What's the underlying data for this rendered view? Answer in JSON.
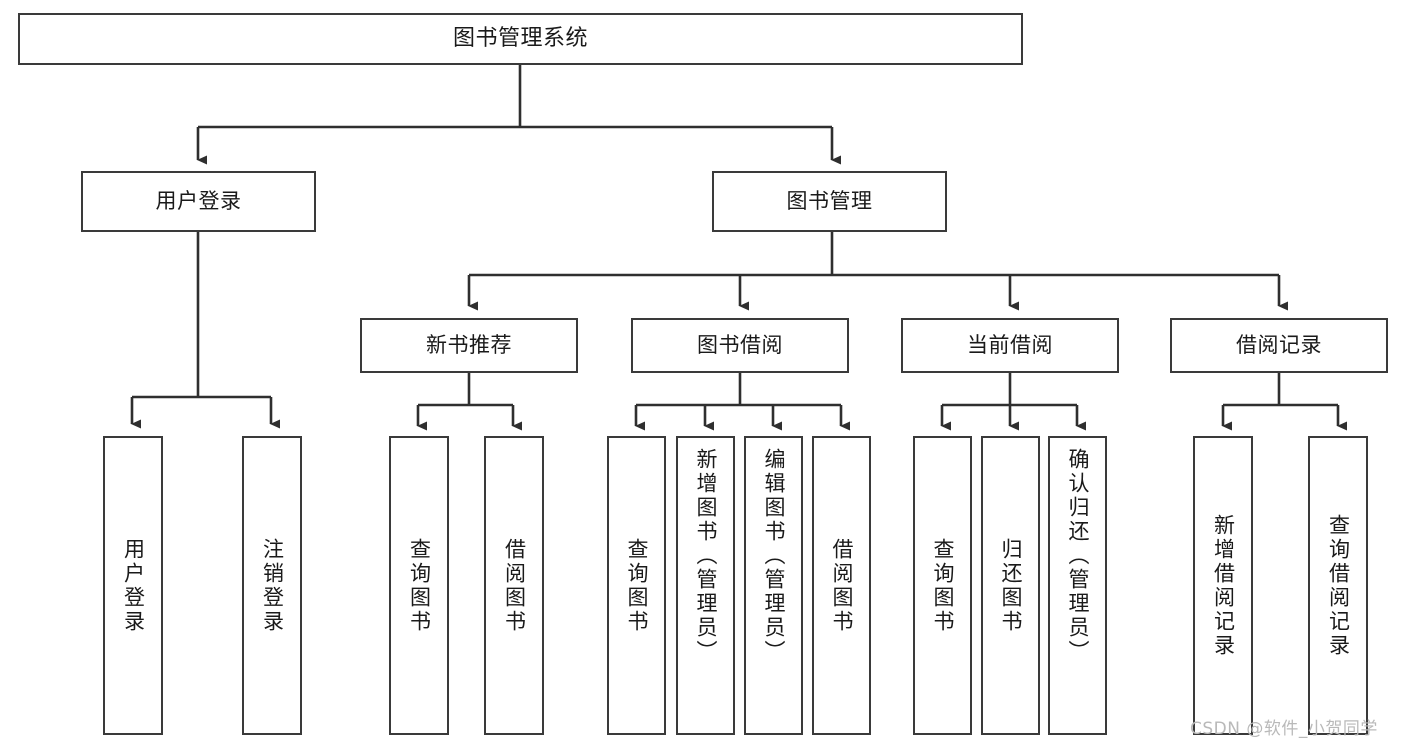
{
  "diagram": {
    "title": "图书管理系统",
    "type": "tree",
    "watermark": "CSDN @软件_小贺同学",
    "colors": {
      "box_border": "#3a3a3a",
      "box_fill": "#ffffff",
      "connector": "#2f2f2f",
      "text": "#1a1a1a",
      "watermark": "#b9b9b9",
      "background": "#ffffff"
    },
    "nodes": {
      "root": {
        "label": "图书管理系统"
      },
      "level1": [
        {
          "id": "user-login",
          "label": "用户登录"
        },
        {
          "id": "book-management",
          "label": "图书管理"
        }
      ],
      "level2": [
        {
          "id": "new-book-recommend",
          "label": "新书推荐"
        },
        {
          "id": "book-borrow",
          "label": "图书借阅"
        },
        {
          "id": "current-borrow",
          "label": "当前借阅"
        },
        {
          "id": "borrow-record",
          "label": "借阅记录"
        }
      ],
      "leaves": {
        "user-login": [
          {
            "id": "login",
            "label": "用户登录"
          },
          {
            "id": "logout",
            "label": "注销登录"
          }
        ],
        "new-book-recommend": [
          {
            "id": "query-book-1",
            "label": "查询图书"
          },
          {
            "id": "borrow-book-1",
            "label": "借阅图书"
          }
        ],
        "book-borrow": [
          {
            "id": "query-book-2",
            "label": "查询图书"
          },
          {
            "id": "add-book",
            "label": "新增图书（管理员）"
          },
          {
            "id": "edit-book",
            "label": "编辑图书（管理员）"
          },
          {
            "id": "borrow-book-2",
            "label": "借阅图书"
          }
        ],
        "current-borrow": [
          {
            "id": "query-book-3",
            "label": "查询图书"
          },
          {
            "id": "return-book",
            "label": "归还图书"
          },
          {
            "id": "confirm-return",
            "label": "确认归还（管理员）"
          }
        ],
        "borrow-record": [
          {
            "id": "add-borrow-record",
            "label": "新增借阅记录"
          },
          {
            "id": "query-borrow-record",
            "label": "查询借阅记录"
          }
        ]
      }
    }
  }
}
